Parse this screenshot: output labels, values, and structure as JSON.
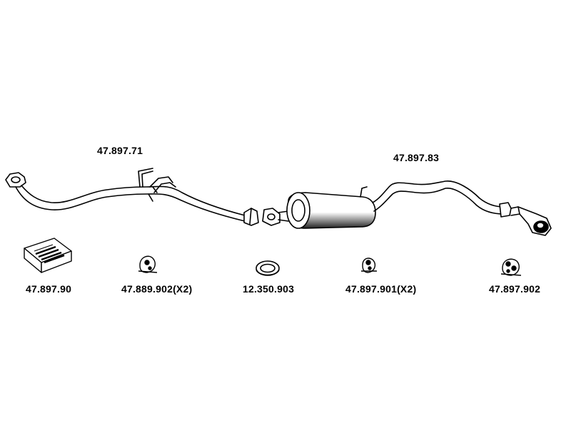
{
  "parts": {
    "front_pipe": {
      "number": "47.897.71"
    },
    "rear_silencer": {
      "number": "47.897.83"
    },
    "mounting_kit": {
      "number": "47.897.90"
    },
    "rubber_hanger_a": {
      "number": "47.889.902(X2)"
    },
    "gasket": {
      "number": "12.350.903"
    },
    "rubber_hanger_b": {
      "number": "47.897.901(X2)"
    },
    "rubber_hanger_c": {
      "number": "47.897.902"
    }
  },
  "colors": {
    "line": "#000000",
    "fill": "#ffffff",
    "shade": "#dddddd"
  }
}
